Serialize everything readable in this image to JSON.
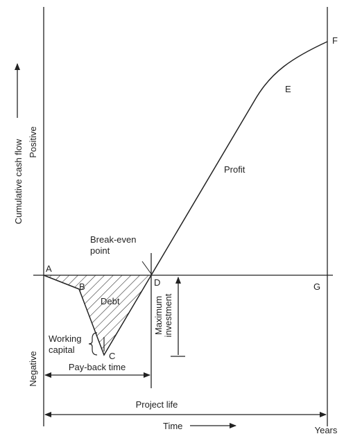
{
  "axes": {
    "y_title": "Cumulative cash flow",
    "positive": "Positive",
    "negative": "Negative",
    "x_title": "Time",
    "x_unit": "Years"
  },
  "points": {
    "a": "A",
    "b": "B",
    "c": "C",
    "d": "D",
    "e": "E",
    "f": "F",
    "g": "G"
  },
  "labels": {
    "break_even_line1": "Break-even",
    "break_even_line2": "point",
    "debt": "Debt",
    "profit": "Profit",
    "working_capital_line1": "Working",
    "working_capital_line2": "capital",
    "maximum_investment_line1": "Maximum",
    "maximum_investment_line2": "investment",
    "payback_time": "Pay-back time",
    "project_life": "Project life"
  },
  "colors": {
    "ink": "#222222",
    "background": "#ffffff"
  }
}
